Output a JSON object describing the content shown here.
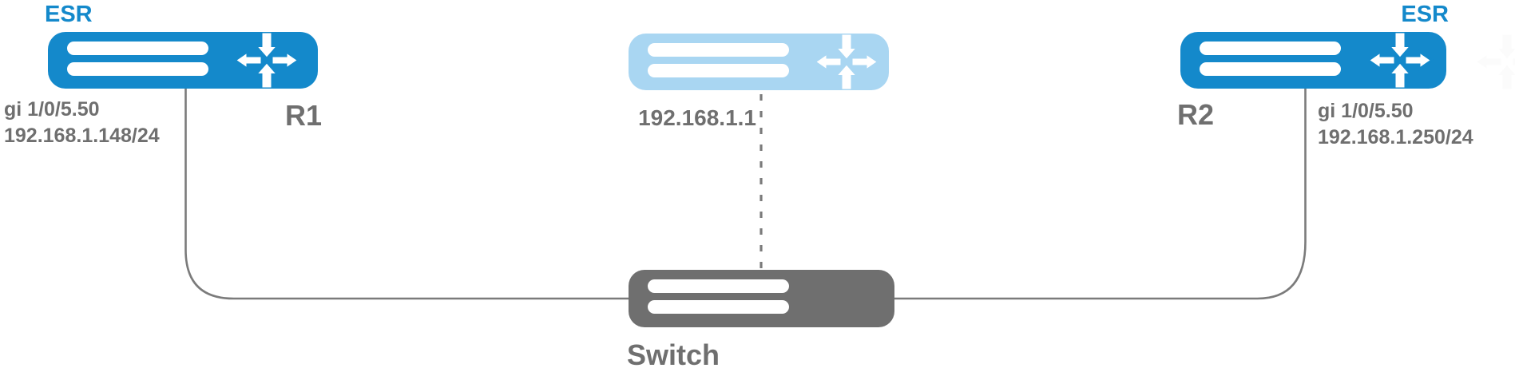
{
  "colors": {
    "accent-blue": "#1489CB",
    "virtual-blue": "#A9D6F2",
    "device-gray": "#6F6F6F",
    "wire-gray": "#7B7B7B",
    "label-gray": "#6F6F6F",
    "ghost-gray": "#FBFBFB"
  },
  "icons": {
    "router": "four-way-arrows-icon",
    "stripes": "front-panel-stripe"
  },
  "devices": {
    "r1": {
      "label": "R1",
      "platform": "ESR",
      "interface": "gi 1/0/5.50",
      "ip": "192.168.1.148/24"
    },
    "virtual_router": {
      "ip": "192.168.1.1"
    },
    "r2": {
      "label": "R2",
      "platform": "ESR",
      "interface": "gi 1/0/5.50",
      "ip": "192.168.1.250/24"
    },
    "switch": {
      "label": "Switch"
    }
  }
}
